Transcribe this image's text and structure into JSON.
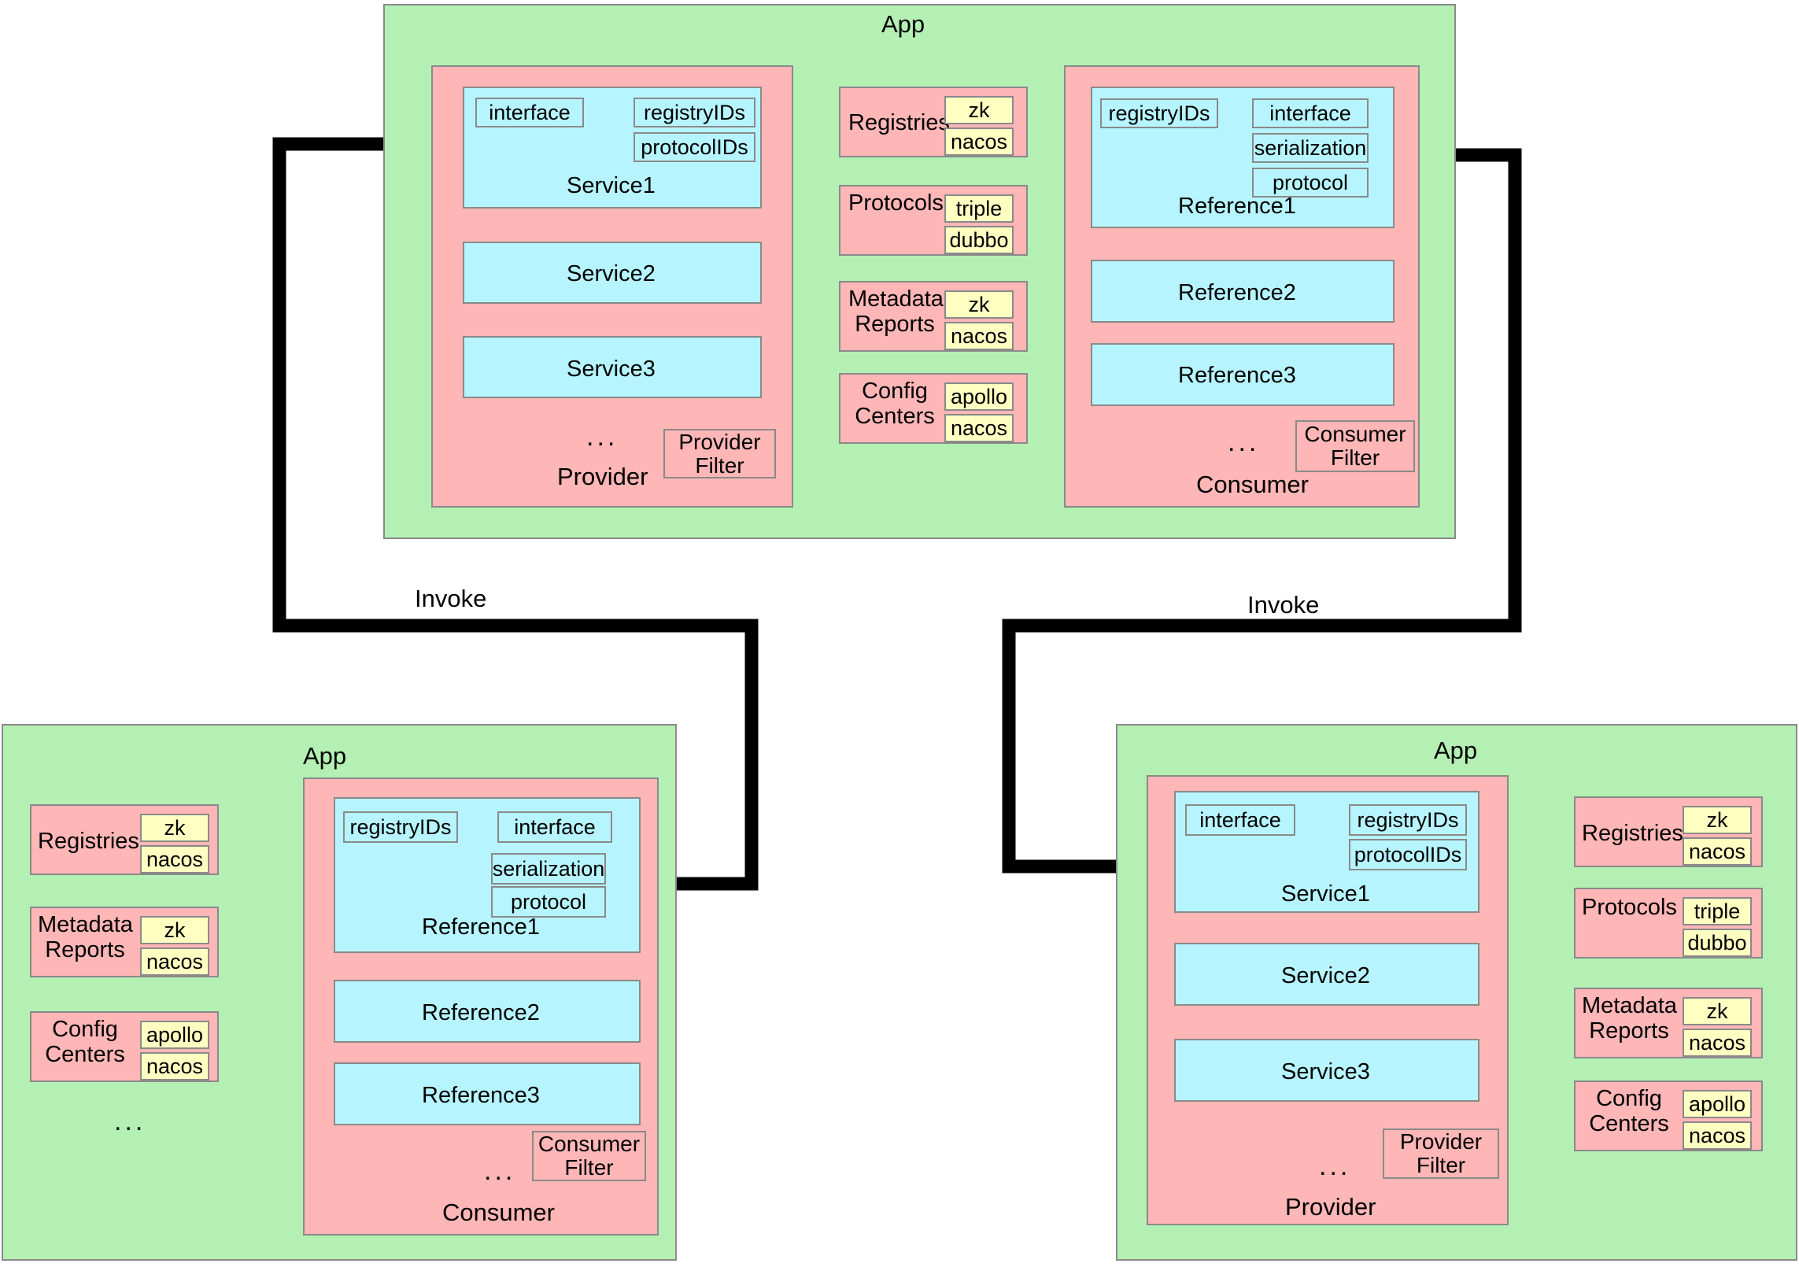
{
  "diagram": {
    "title": "Dubbo App Provider/Consumer configuration topology",
    "colors": {
      "app_fill": "#b4f0b4",
      "role_fill": "#ffb6b6",
      "service_fill": "#b6f5ff",
      "chip_fill": "#ffffc2",
      "border": "#8a8a8a",
      "connector": "#000000"
    },
    "labels": {
      "app": "App",
      "provider": "Provider",
      "consumer": "Consumer",
      "invoke": "Invoke",
      "ellipsis": "...",
      "provider_filter": "Provider\nFilter",
      "consumer_filter": "Consumer\nFilter"
    },
    "attrs": {
      "interface": "interface",
      "registryIDs": "registryIDs",
      "protocolIDs": "protocolIDs",
      "serialization": "serialization",
      "protocol": "protocol"
    },
    "services": {
      "s1": "Service1",
      "s2": "Service2",
      "s3": "Service3"
    },
    "references": {
      "r1": "Reference1",
      "r2": "Reference2",
      "r3": "Reference3"
    },
    "infra": {
      "registries": {
        "label": "Registries",
        "chips": [
          "zk",
          "nacos"
        ]
      },
      "protocols": {
        "label": "Protocols",
        "chips": [
          "triple",
          "dubbo"
        ]
      },
      "metadata_reports": {
        "label": "Metadata\nReports",
        "line1": "Metadata",
        "line2": "Reports",
        "chips": [
          "zk",
          "nacos"
        ]
      },
      "config_centers": {
        "label": "Config\nCenters",
        "line1": "Config",
        "line2": "Centers",
        "chips": [
          "apollo",
          "nacos"
        ]
      }
    },
    "panels": {
      "top_app": {
        "app_label": "App",
        "provider_label": "Provider",
        "consumer_label": "Consumer",
        "infra_order": [
          "Registries",
          "Protocols",
          "Metadata Reports",
          "Config Centers"
        ]
      },
      "bottom_left_app": {
        "app_label": "App",
        "consumer_label": "Consumer",
        "infra_order": [
          "Registries",
          "Metadata Reports",
          "Config Centers"
        ],
        "ellipsis": "..."
      },
      "bottom_right_app": {
        "app_label": "App",
        "provider_label": "Provider",
        "infra_order": [
          "Registries",
          "Protocols",
          "Metadata Reports",
          "Config Centers"
        ]
      }
    },
    "connectors": [
      {
        "name": "provider-to-registries",
        "kind": "thin-arrow"
      },
      {
        "name": "provider-to-protocols",
        "kind": "thin-arrow"
      },
      {
        "name": "consumer-to-registries",
        "kind": "thin-arrow"
      },
      {
        "name": "left-invoke",
        "kind": "thick-elbow",
        "label": "Invoke"
      },
      {
        "name": "right-invoke",
        "kind": "thick-elbow",
        "label": "Invoke"
      },
      {
        "name": "bottom-left-reference-to-registries",
        "kind": "thin-arrow"
      },
      {
        "name": "bottom-right-service-to-registries",
        "kind": "thin-arrow"
      },
      {
        "name": "bottom-right-service-to-protocols",
        "kind": "thin-arrow"
      }
    ]
  }
}
